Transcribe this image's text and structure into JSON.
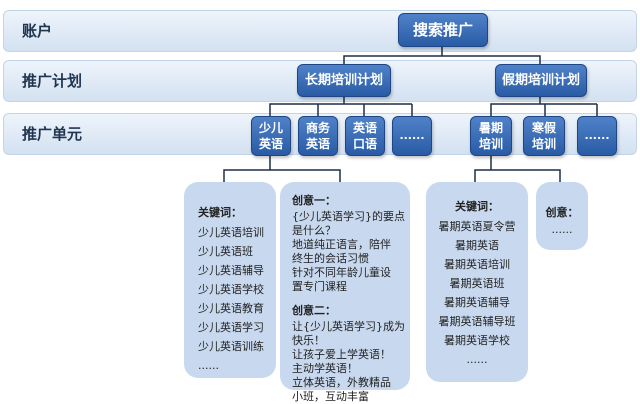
{
  "rows": {
    "account": "账户",
    "plan": "推广计划",
    "unit": "推广单元"
  },
  "root": "搜索推广",
  "plans": {
    "long_term": "长期培训计划",
    "holiday": "假期培训计划"
  },
  "units": {
    "children_english": "少儿\n英语",
    "business_english": "商务\n英语",
    "spoken_english": "英语\n口语",
    "more_long": "......",
    "summer_training": "暑期\n培训",
    "winter_training": "寒假\n培训",
    "more_holiday": "......"
  },
  "panel_children_keywords": {
    "title": "关键词：",
    "items": [
      "少儿英语培训",
      "少儿英语班",
      "少儿英语辅导",
      "少儿英语学校",
      "少儿英语教育",
      "少儿英语学习",
      "少儿英语训练",
      "......"
    ]
  },
  "panel_children_creative": {
    "title1": "创意一：",
    "text1": "{少儿英语学习}的要点\n是什么？\n地道纯正语言，陪伴\n终生的会话习惯\n针对不同年龄儿童设\n置专门课程",
    "title2": "创意二：",
    "text2": "让{少儿英语学习}成为\n快乐！\n让孩子爱上学英语！\n主动学英语！\n立体英语，外教精品\n小班，互动丰富"
  },
  "panel_summer_keywords": {
    "title": "关键词：",
    "items": [
      "暑期英语夏令营",
      "暑期英语",
      "暑期英语培训",
      "暑期英语班",
      "暑期英语辅导",
      "暑期英语辅导班",
      "暑期英语学校",
      "......"
    ]
  },
  "panel_summer_creative": {
    "title": "创意：",
    "text": "......"
  },
  "colors": {
    "node_fill": "#2a5ca6",
    "band_fill": "#d3e1f1",
    "panel_fill": "#c8d9ef",
    "connector": "#1f2f44"
  }
}
